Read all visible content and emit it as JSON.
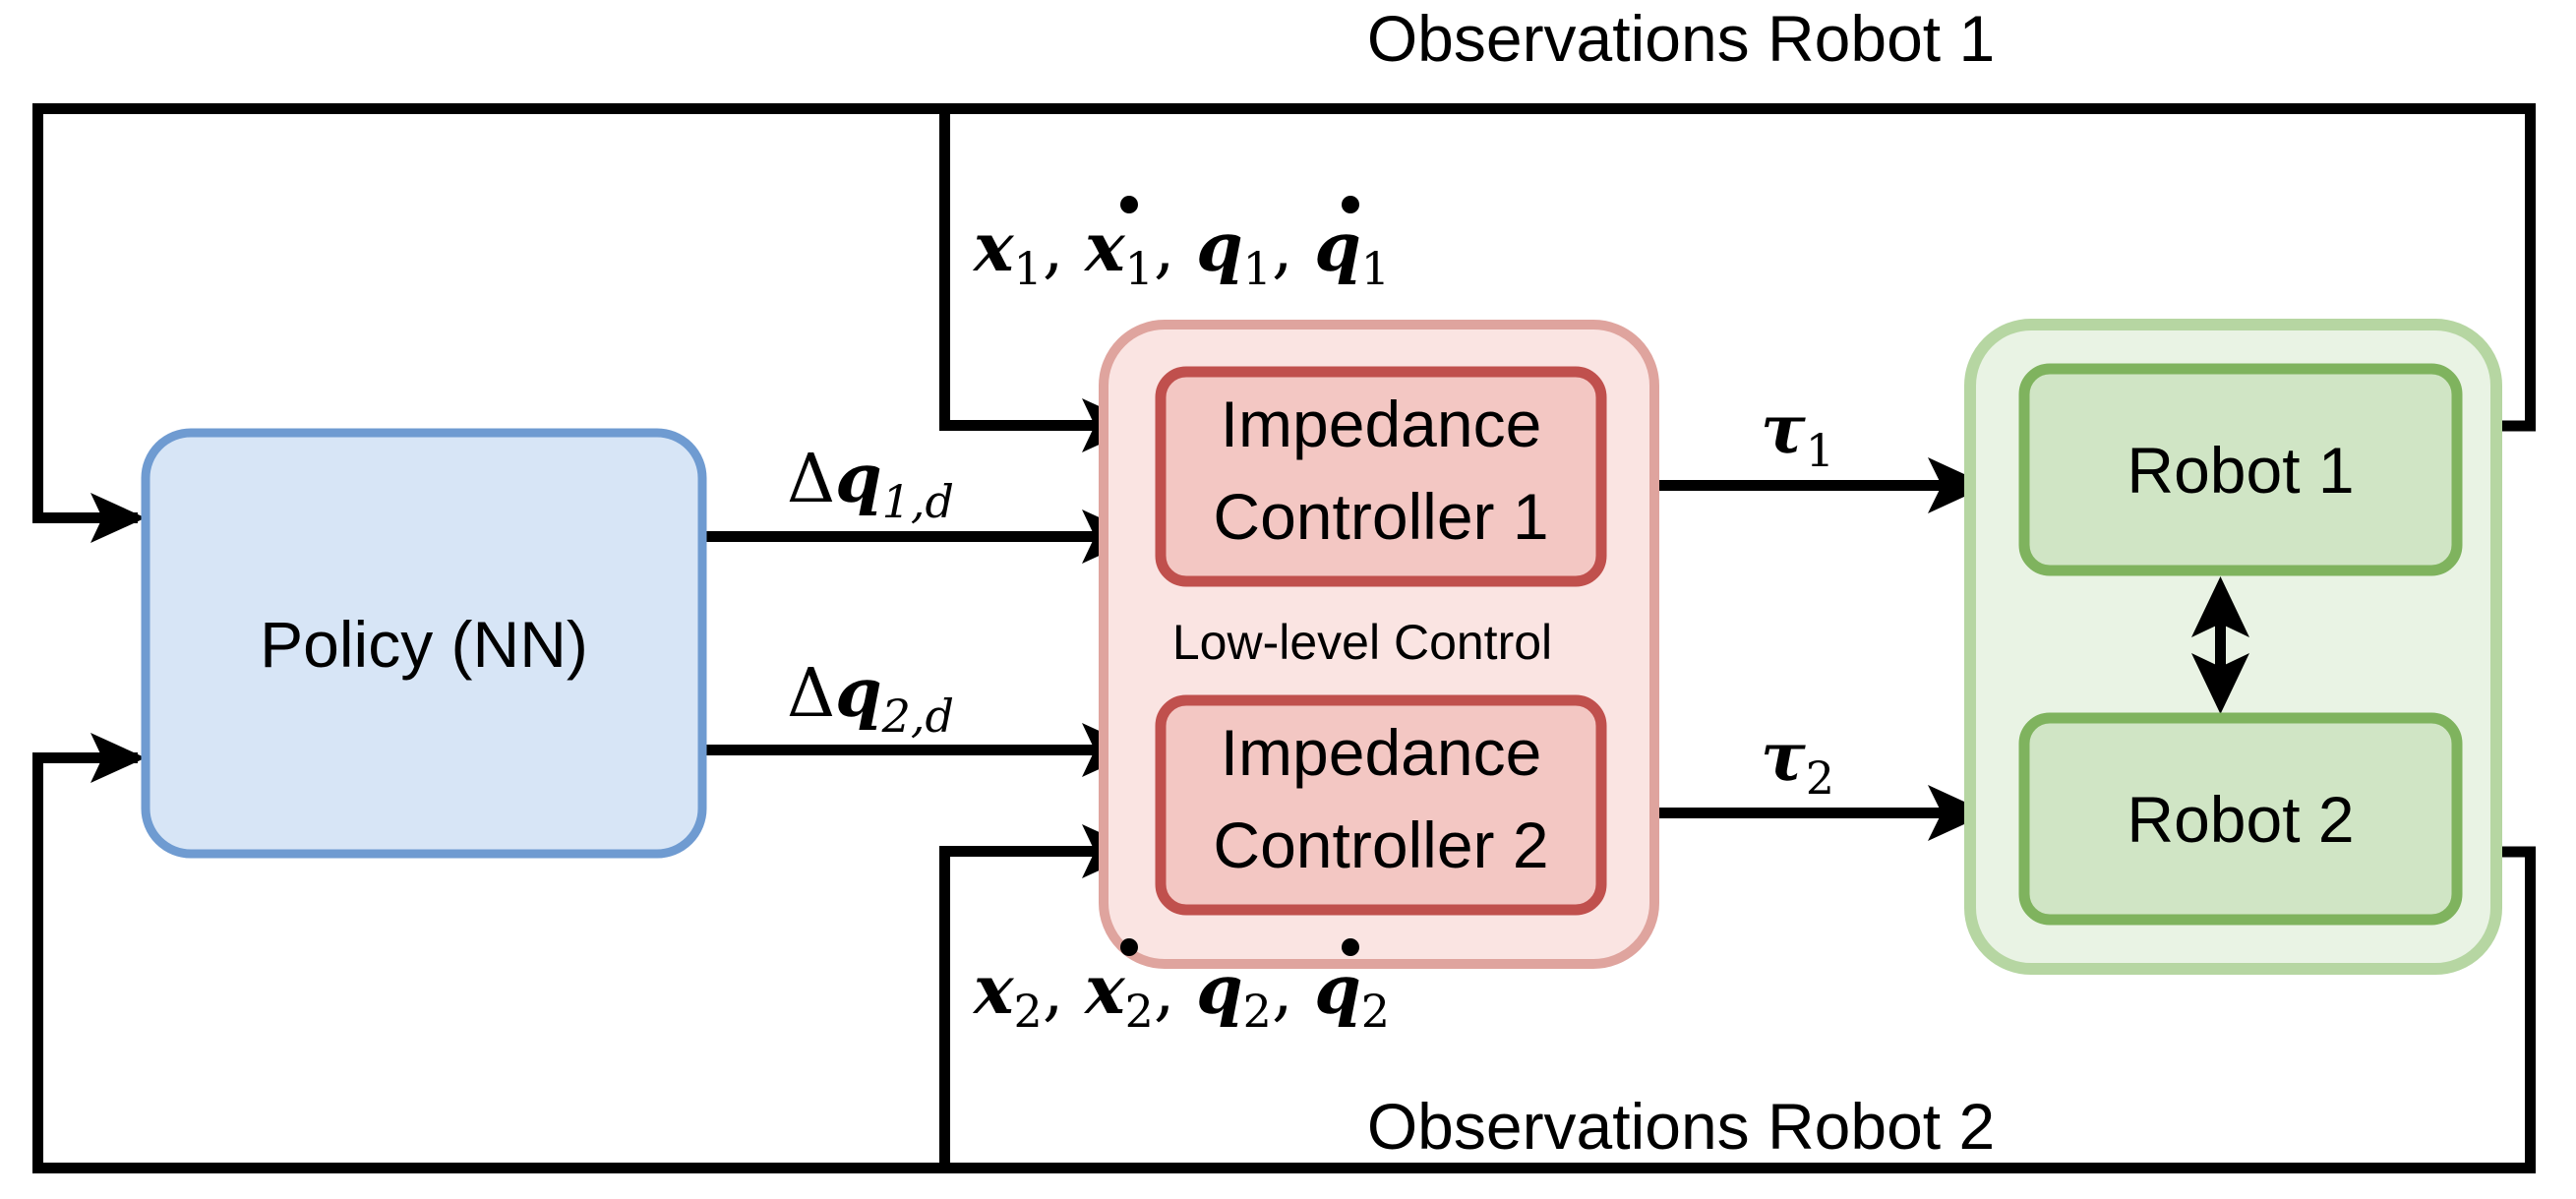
{
  "diagram": {
    "title_top": "Observations Robot 1",
    "title_bottom": "Observations Robot 2",
    "blocks": {
      "policy": {
        "label": "Policy (NN)",
        "fill": "#d7e5f6",
        "stroke": "#6f9bd1"
      },
      "lowlevel_group": {
        "label": "Low-level Control",
        "fill": "#fae4e2",
        "stroke": "#dfa49e"
      },
      "impedance1": {
        "label_line1": "Impedance",
        "label_line2": "Controller 1",
        "fill": "#f3c7c3",
        "stroke": "#c0504d"
      },
      "impedance2": {
        "label_line1": "Impedance",
        "label_line2": "Controller 2",
        "fill": "#f3c7c3",
        "stroke": "#c0504d"
      },
      "robot_group": {
        "fill": "#e9f3e4",
        "stroke": "#b6d6a2"
      },
      "robot1": {
        "label": "Robot 1",
        "fill": "#d0e5c5",
        "stroke": "#7fb35e"
      },
      "robot2": {
        "label": "Robot 2",
        "fill": "#d0e5c5",
        "stroke": "#7fb35e"
      }
    },
    "signals": {
      "obs1": {
        "x": "x",
        "x_sub": "1",
        "xdot": "x",
        "xdot_sub": "1",
        "q": "q",
        "q_sub": "1",
        "qdot": "q",
        "qdot_sub": "1",
        "comma": ", "
      },
      "obs2": {
        "x": "x",
        "x_sub": "2",
        "xdot": "x",
        "xdot_sub": "2",
        "q": "q",
        "q_sub": "2",
        "qdot": "q",
        "qdot_sub": "2",
        "comma": ", "
      },
      "dq1": {
        "delta": "Δ",
        "sym": "q",
        "sub": "1,d"
      },
      "dq2": {
        "delta": "Δ",
        "sym": "q",
        "sub": "2,d"
      },
      "tau1": {
        "sym": "τ",
        "sub": "1"
      },
      "tau2": {
        "sym": "τ",
        "sub": "2"
      }
    },
    "colors": {
      "line": "#000000",
      "background": "#ffffff",
      "blue_fill": "#d7e5f6",
      "blue_stroke": "#6f9bd1",
      "red_fill": "#f3c7c3",
      "red_stroke": "#c0504d",
      "red_group_fill": "#fae4e2",
      "red_group_stroke": "#dfa49e",
      "green_fill": "#d0e5c5",
      "green_stroke": "#7fb35e",
      "green_group_fill": "#e9f3e4",
      "green_group_stroke": "#b6d6a2"
    }
  }
}
